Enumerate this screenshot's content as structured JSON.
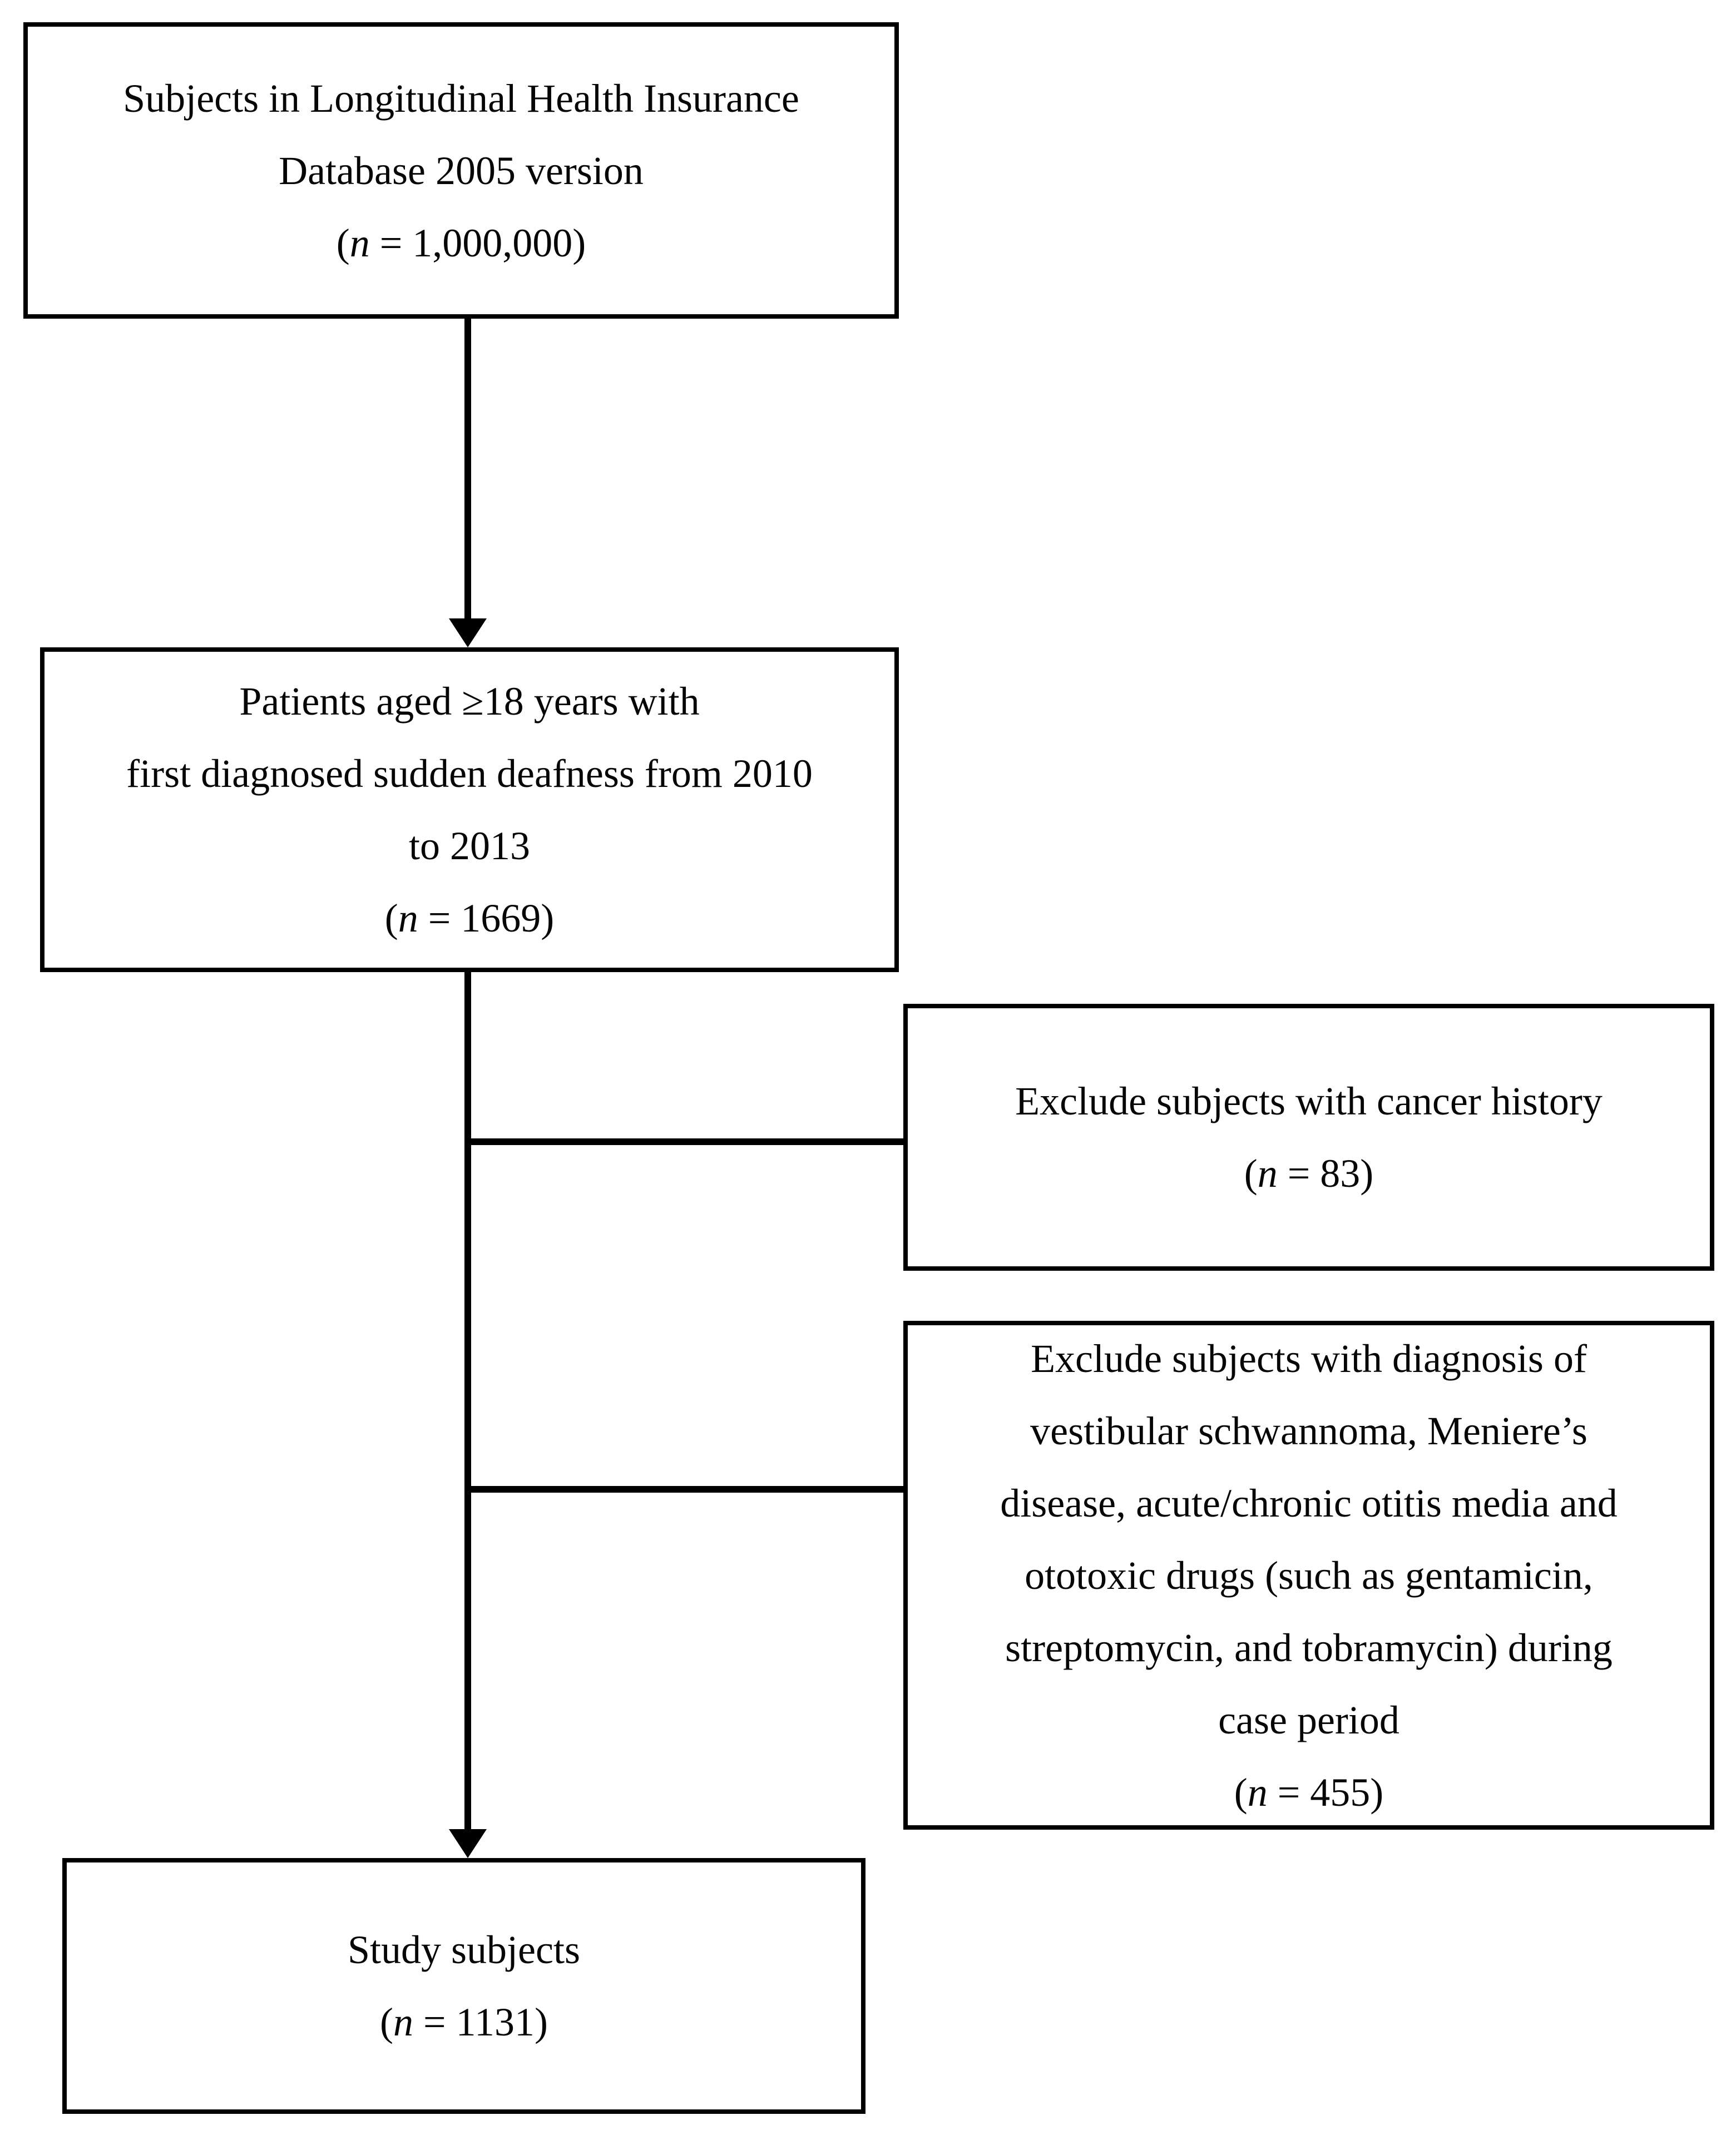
{
  "colors": {
    "background": "#ffffff",
    "line": "#000000",
    "text": "#060606"
  },
  "boxes": {
    "source": {
      "lines": [
        "Subjects in Longitudinal Health Insurance",
        "Database 2005 version"
      ],
      "n": {
        "open": "(",
        "var": "n",
        "rest": " = 1,000,000)"
      }
    },
    "eligible": {
      "lines": [
        "Patients aged ≥18 years with",
        "first diagnosed sudden deafness from 2010",
        "to 2013"
      ],
      "n": {
        "open": "(",
        "var": "n",
        "rest": " = 1669)"
      }
    },
    "exclude_cancer": {
      "lines": [
        "Exclude subjects with cancer history"
      ],
      "n": {
        "open": "(",
        "var": "n",
        "rest": " = 83)"
      }
    },
    "exclude_diagnosis": {
      "lines": [
        "Exclude subjects with diagnosis of",
        "vestibular schwannoma, Meniere’s",
        "disease, acute/chronic otitis media and",
        "ototoxic drugs (such as gentamicin,",
        "streptomycin, and tobramycin) during",
        "case period"
      ],
      "n": {
        "open": "(",
        "var": "n",
        "rest": " = 455)"
      }
    },
    "study": {
      "lines": [
        "Study subjects"
      ],
      "n": {
        "open": "(",
        "var": "n",
        "rest": " = 1131)"
      }
    }
  }
}
